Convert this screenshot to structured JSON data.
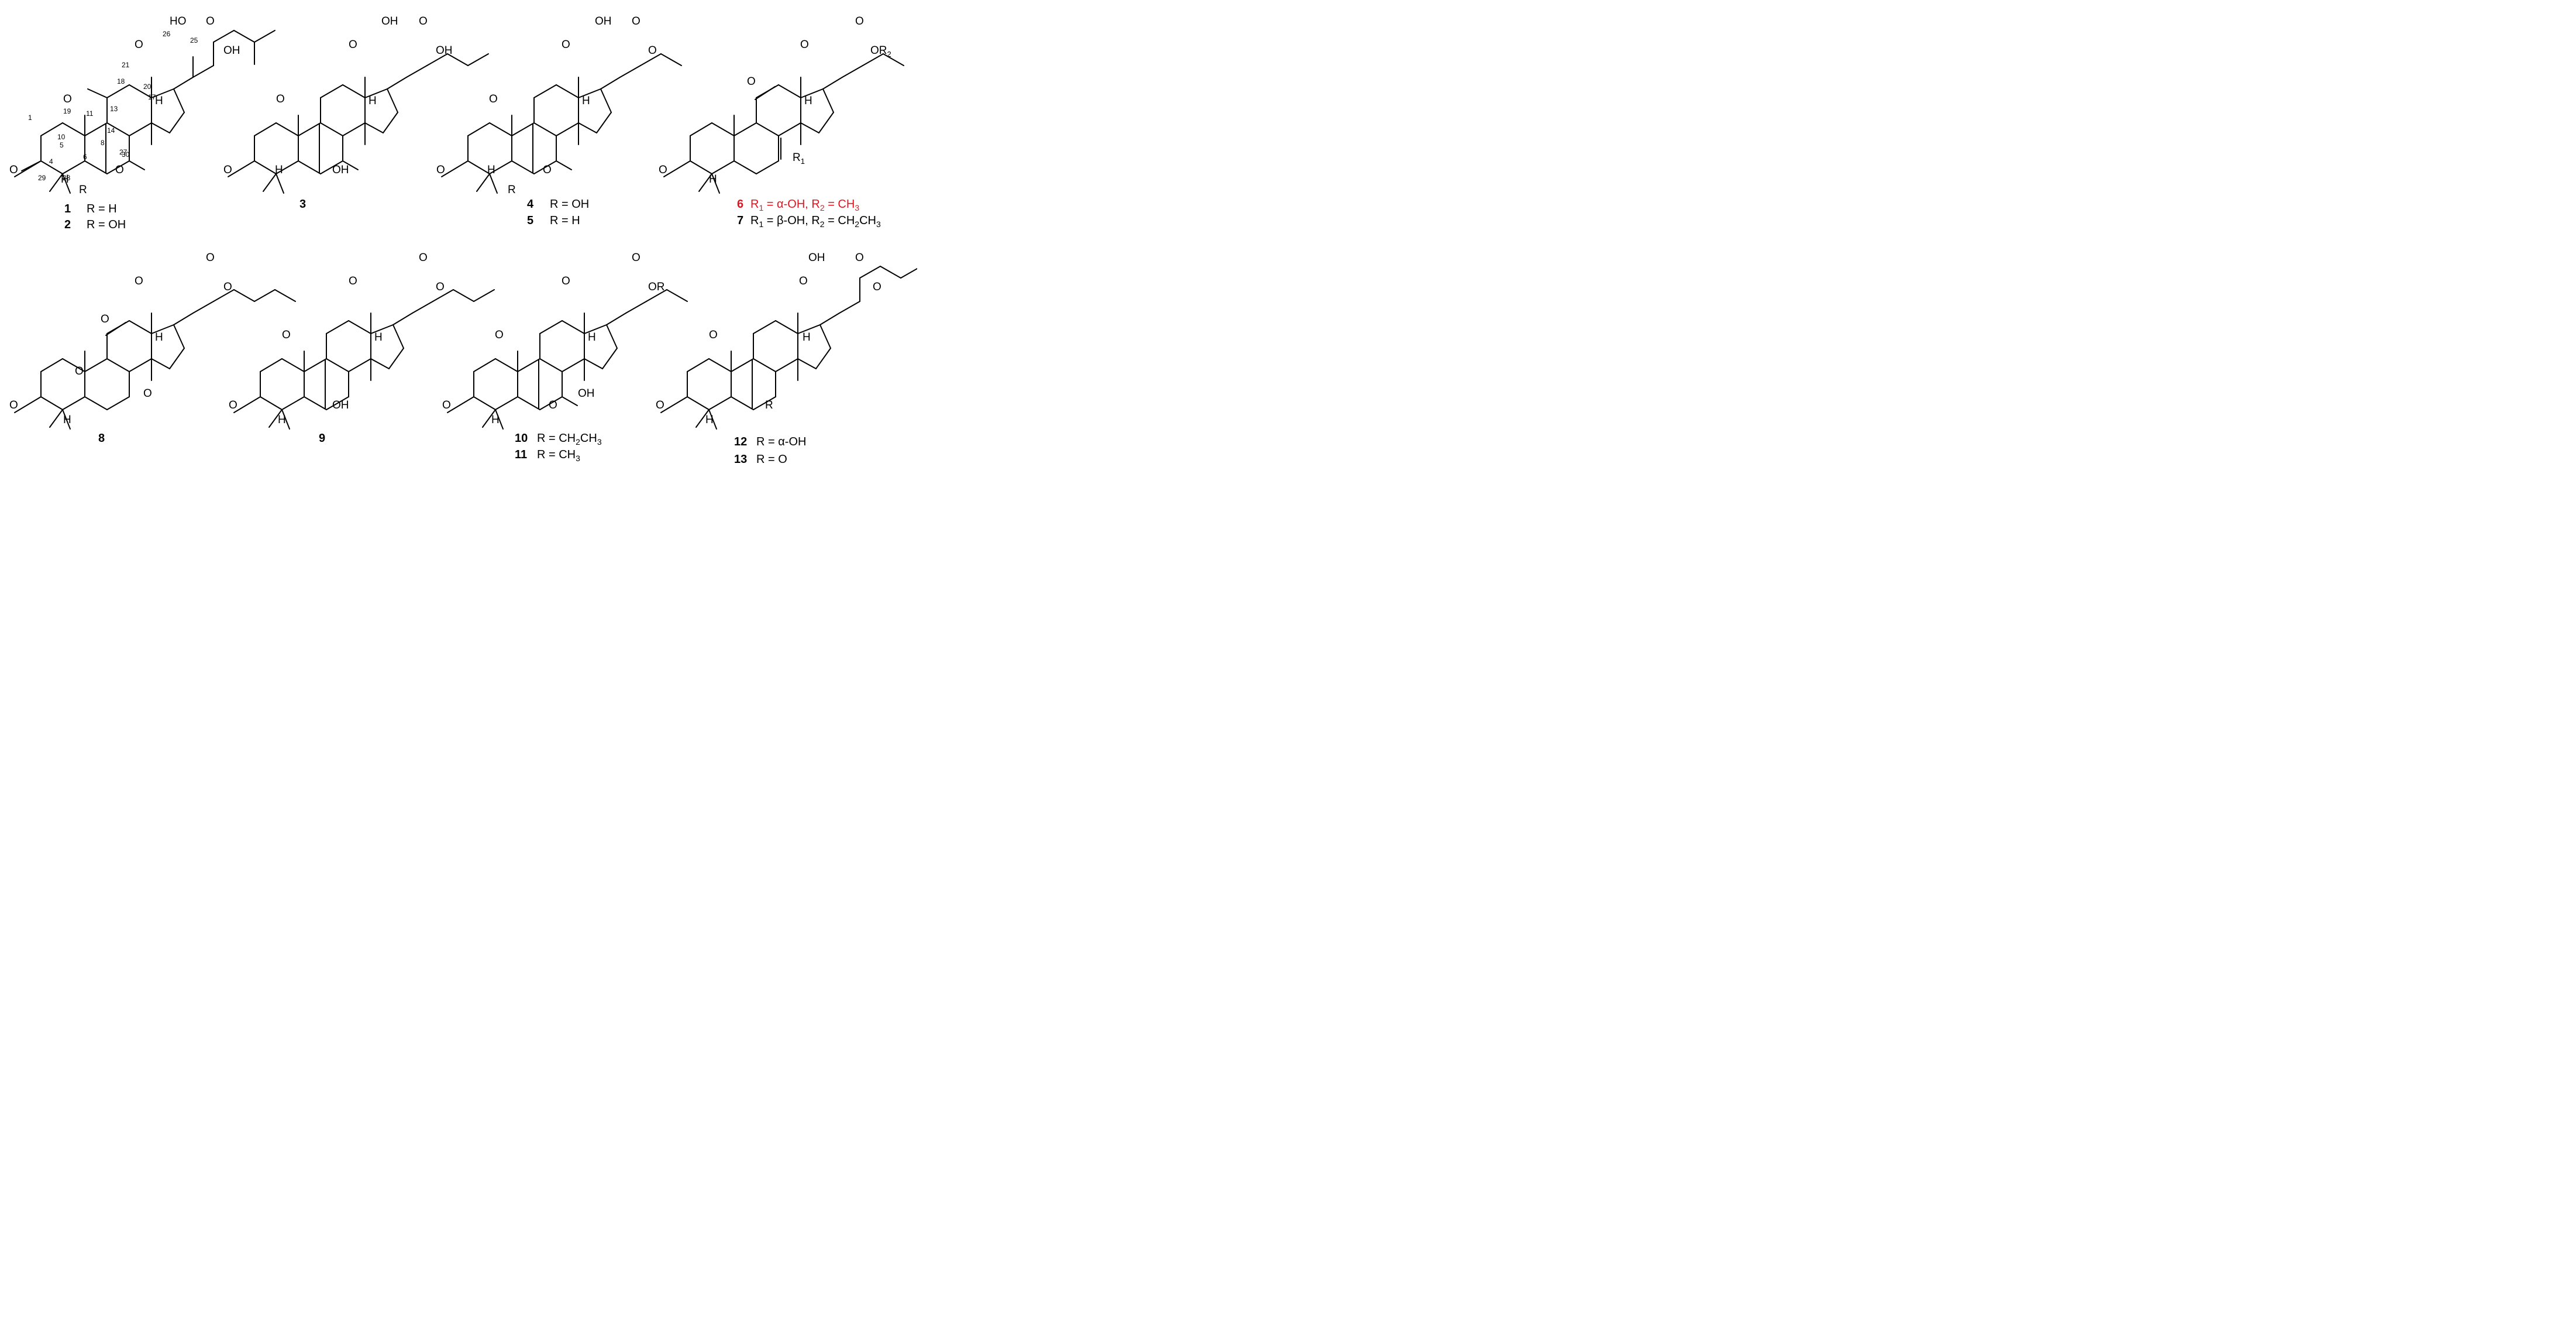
{
  "colors": {
    "ink": "#000000",
    "highlight": "#e0141e",
    "background": "#ffffff"
  },
  "atoms": {
    "O": "O",
    "OH": "OH",
    "HO": "HO",
    "H": "H",
    "R": "R",
    "R1": "R",
    "R1_sub": "1",
    "OR": "OR",
    "OR2": "OR",
    "OR2_sub": "2"
  },
  "numbering": [
    "1",
    "4",
    "5",
    "6",
    "8",
    "10",
    "11",
    "13",
    "14",
    "17",
    "18",
    "19",
    "20",
    "21",
    "25",
    "26",
    "27",
    "28",
    "29",
    "30"
  ],
  "compounds": [
    {
      "id": "1",
      "substituent": "R = H"
    },
    {
      "id": "2",
      "substituent": "R = OH"
    },
    {
      "id": "3",
      "substituent": ""
    },
    {
      "id": "4",
      "substituent": "R = OH"
    },
    {
      "id": "5",
      "substituent": "R = H"
    },
    {
      "id": "6",
      "r1": "R",
      "r1_sub": "1",
      "r1_eq": " = α-OH, ",
      "r2": "R",
      "r2_sub": "2",
      "r2_eq": " = CH",
      "r2_sub3": "3"
    },
    {
      "id": "7",
      "r1": "R",
      "r1_sub": "1",
      "r1_eq": " = β-OH, ",
      "r2": "R",
      "r2_sub": "2",
      "r2_eq": " = CH",
      "r2_sub2": "2",
      "r2_tail": "CH",
      "r2_sub3": "3"
    },
    {
      "id": "8",
      "substituent": ""
    },
    {
      "id": "9",
      "substituent": ""
    },
    {
      "id": "10",
      "lead": "R = CH",
      "sub2": "2",
      "mid": "CH",
      "sub3": "3"
    },
    {
      "id": "11",
      "lead": "R = CH",
      "sub3": "3"
    },
    {
      "id": "12",
      "substituent": "R = α-OH"
    },
    {
      "id": "13",
      "substituent": "R = O"
    }
  ]
}
